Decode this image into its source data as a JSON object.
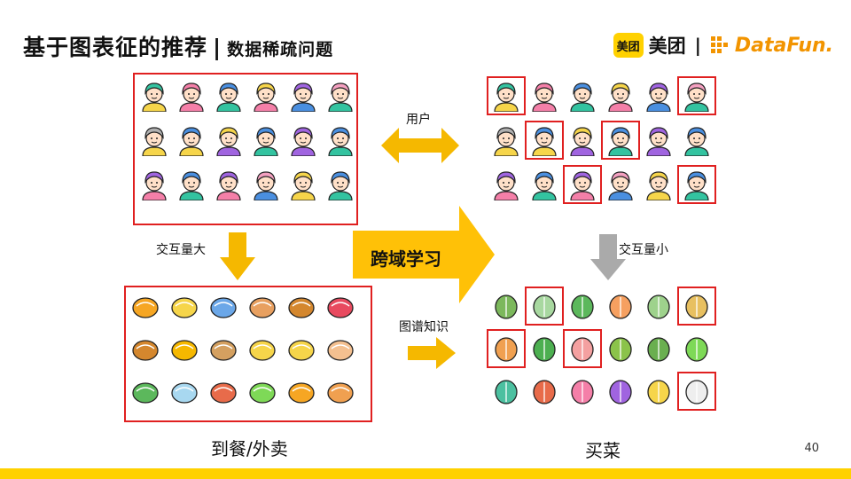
{
  "header": {
    "title": "基于图表征的推荐",
    "separator": "|",
    "subtitle": "数据稀疏问题"
  },
  "logo": {
    "meituan_badge": "美团",
    "meituan_text": "美团",
    "separator": "|",
    "datafun": "DataFun."
  },
  "labels": {
    "users": "用户",
    "big_interaction": "交互量大",
    "small_interaction": "交互量小",
    "cross_domain": "跨域学习",
    "knowledge_graph": "图谱知识"
  },
  "captions": {
    "left": "到餐/外卖",
    "right": "买菜"
  },
  "page_number": "40",
  "colors": {
    "accent": "#FFD100",
    "arrow": "#F5B800",
    "highlight": "#E02020",
    "gray_arrow": "#AAAAAA"
  }
}
